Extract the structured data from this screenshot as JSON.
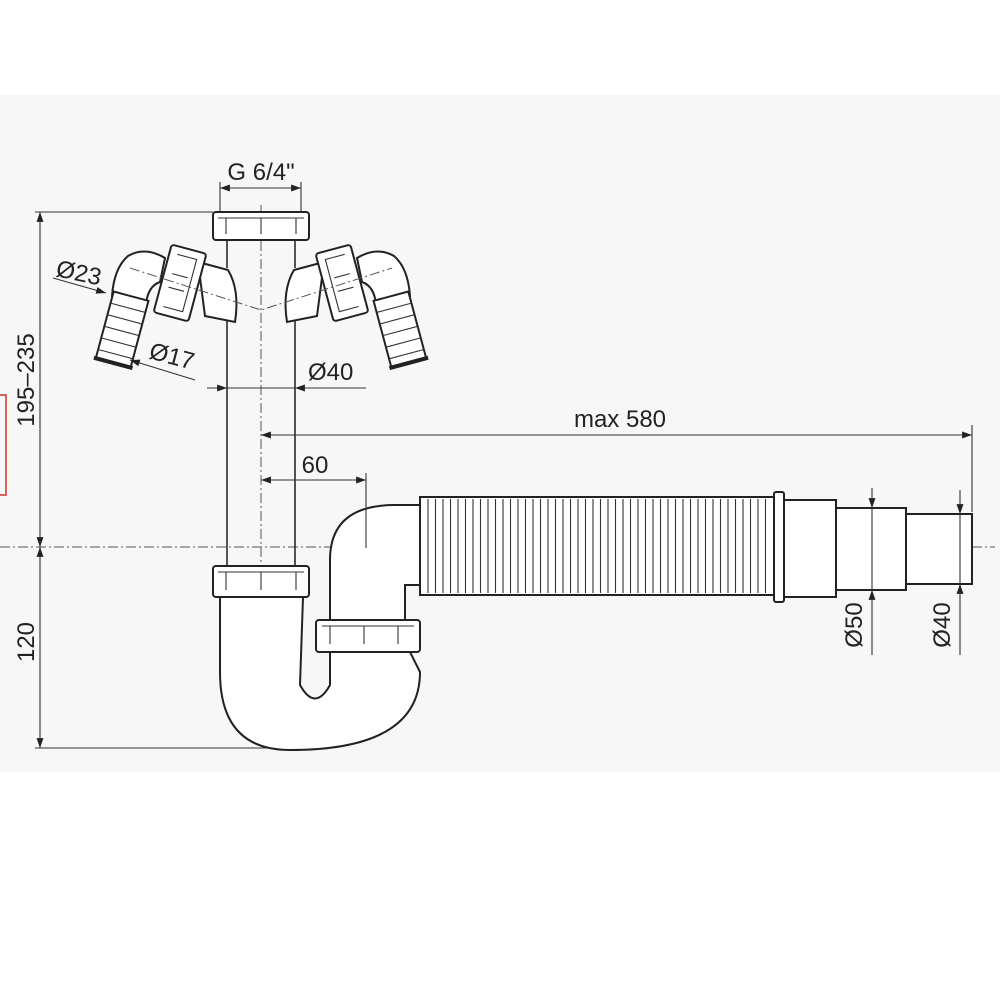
{
  "drawing": {
    "title": "Double bowl sink siphon with two hose connectors and flexible outlet",
    "dimensions": {
      "thread": "G 6/4\"",
      "height_upper": "195–235",
      "height_lower": "120",
      "hose_outer": "Ø23",
      "hose_inner": "Ø17",
      "pipe_diameter": "Ø40",
      "length_max": "max 580",
      "offset": "60",
      "outlet_large": "Ø50",
      "outlet_small": "Ø40"
    },
    "colors": {
      "line": "#222222",
      "background": "#f7f7f7",
      "marker": "#d0302a"
    }
  }
}
